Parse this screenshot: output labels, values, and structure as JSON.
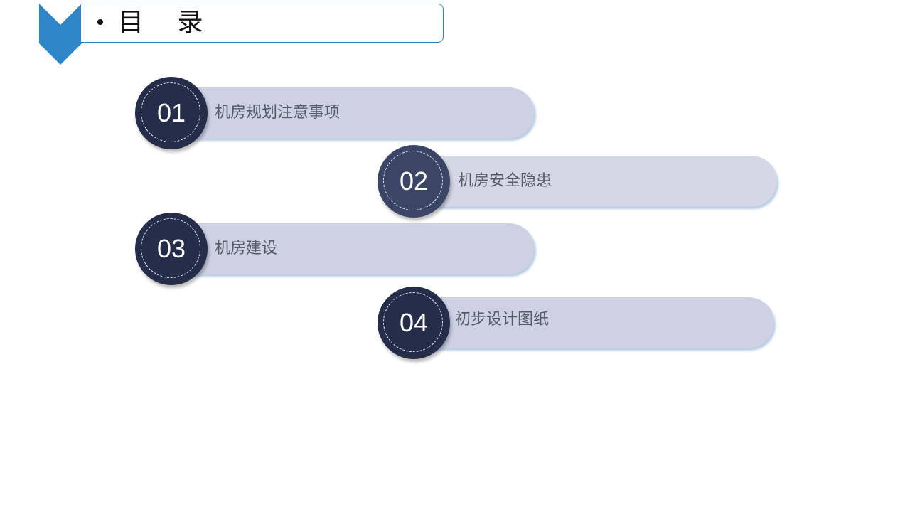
{
  "header": {
    "title": "目 录"
  },
  "colors": {
    "accent_blue": "#2e86c8",
    "circle_dark": "#252d4a",
    "circle_mid": "#3b4566",
    "pill_fill": "#cdd1e3",
    "label_text": "#555a66"
  },
  "agenda": {
    "items": [
      {
        "number": "01",
        "label": "机房规划注意事项"
      },
      {
        "number": "02",
        "label": "机房安全隐患"
      },
      {
        "number": "03",
        "label": "机房建设"
      },
      {
        "number": "04",
        "label": "初步设计图纸"
      }
    ]
  }
}
